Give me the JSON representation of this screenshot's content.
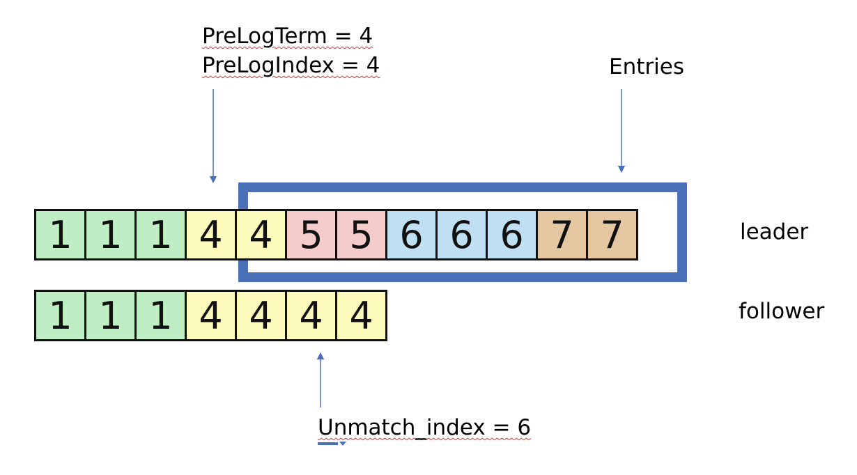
{
  "annotations": {
    "pre_log_term": "PreLogTerm = 4",
    "pre_log_index": "PreLogIndex = 4",
    "entries": "Entries",
    "unmatch_index": "Unmatch_index = 6"
  },
  "row_labels": {
    "leader": "leader",
    "follower": "follower"
  },
  "colors": {
    "term_1": "#bfeec4",
    "term_4": "#fdfbbb",
    "term_5": "#f5cccc",
    "term_6": "#bfdff3",
    "term_7": "#e5c8a2",
    "frame": "#4a70b8",
    "arrow": "#4a70b8"
  },
  "leader_log": [
    "1",
    "1",
    "1",
    "4",
    "4",
    "5",
    "5",
    "6",
    "6",
    "6",
    "7",
    "7"
  ],
  "follower_log": [
    "1",
    "1",
    "1",
    "4",
    "4",
    "4",
    "4"
  ]
}
